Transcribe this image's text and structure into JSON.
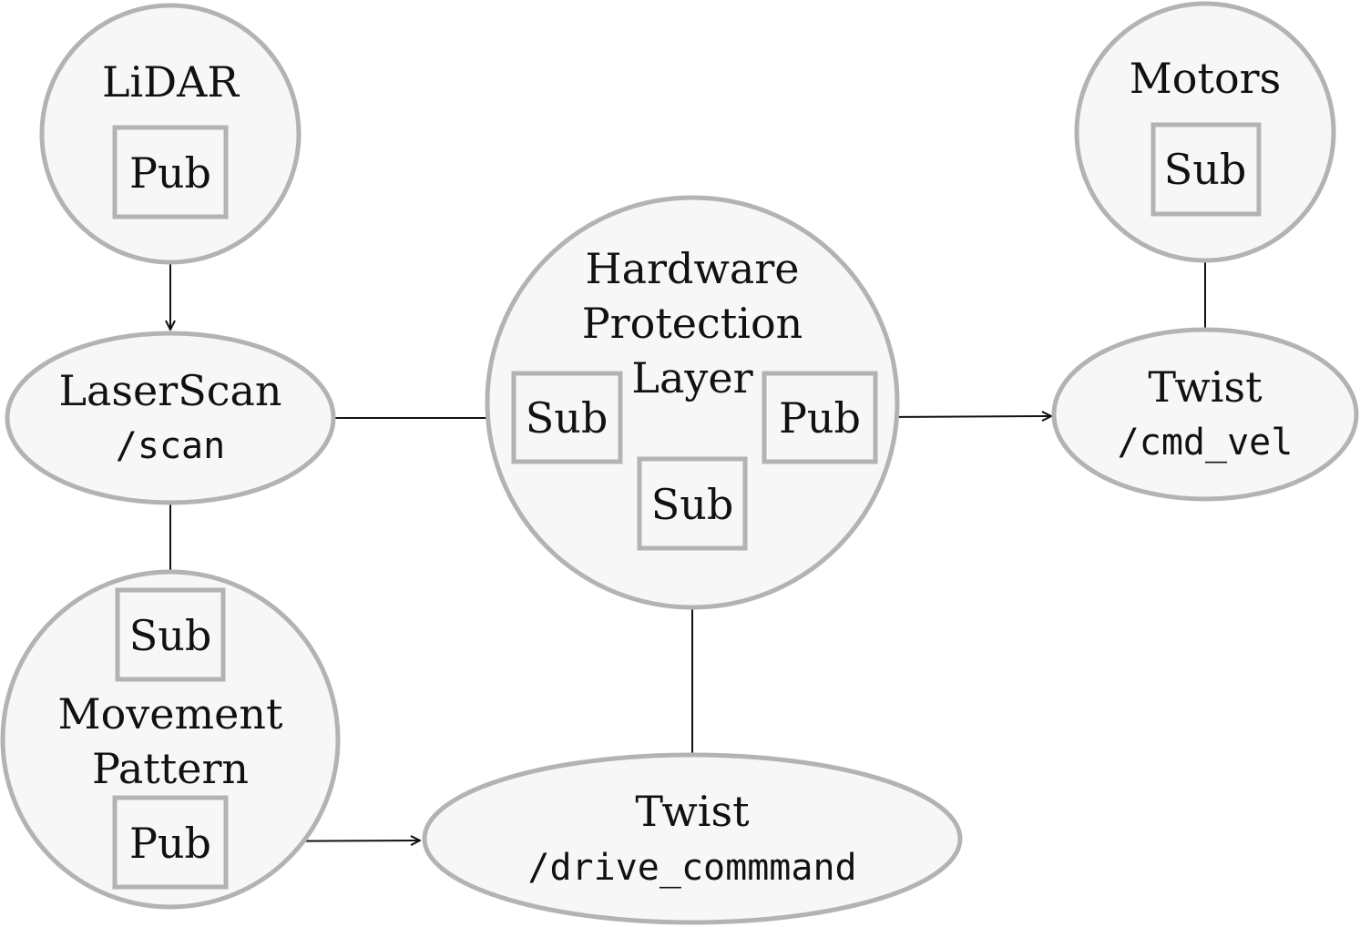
{
  "nodes": {
    "lidar": {
      "title": "LiDAR",
      "port": "Pub"
    },
    "motors": {
      "title": "Motors",
      "port": "Sub"
    },
    "laserscan": {
      "title": "LaserScan",
      "topic": "/scan"
    },
    "hpl": {
      "title_lines": [
        "Hardware",
        "Protection",
        "Layer"
      ],
      "port_left": "Sub",
      "port_right": "Pub",
      "port_bottom": "Sub"
    },
    "twist_cmd": {
      "title": "Twist",
      "topic": "/cmd_vel"
    },
    "movement": {
      "title_lines": [
        "Movement",
        "Pattern"
      ],
      "port_top": "Sub",
      "port_bottom": "Pub"
    },
    "twist_drive": {
      "title": "Twist",
      "topic": "/drive_commmand"
    }
  },
  "colors": {
    "node_fill": "#f7f7f7",
    "node_stroke": "#b3b3b3",
    "edge": "#111111"
  }
}
